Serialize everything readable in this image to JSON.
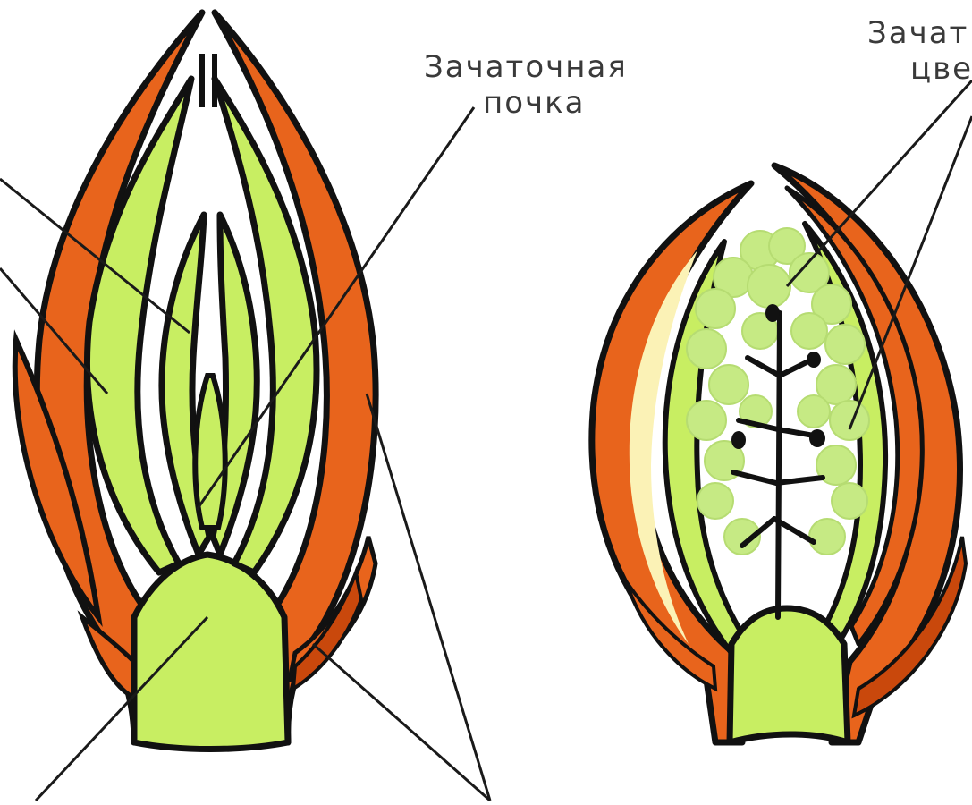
{
  "labels": {
    "left_bud_line1": "Зачаточная",
    "left_bud_line2": "почка",
    "right_bud_line1": "Зачат",
    "right_bud_line2": "цве"
  },
  "colors": {
    "scale": "#e8641c",
    "scale_dark": "#c9480c",
    "green": "#c8ee62",
    "green_light": "#d6f081",
    "flower_green": "#c6ea84",
    "outline": "#111111",
    "pointer_line": "#1a1a1a",
    "highlight": "#fbf2b6",
    "text": "#3a3a3a"
  }
}
